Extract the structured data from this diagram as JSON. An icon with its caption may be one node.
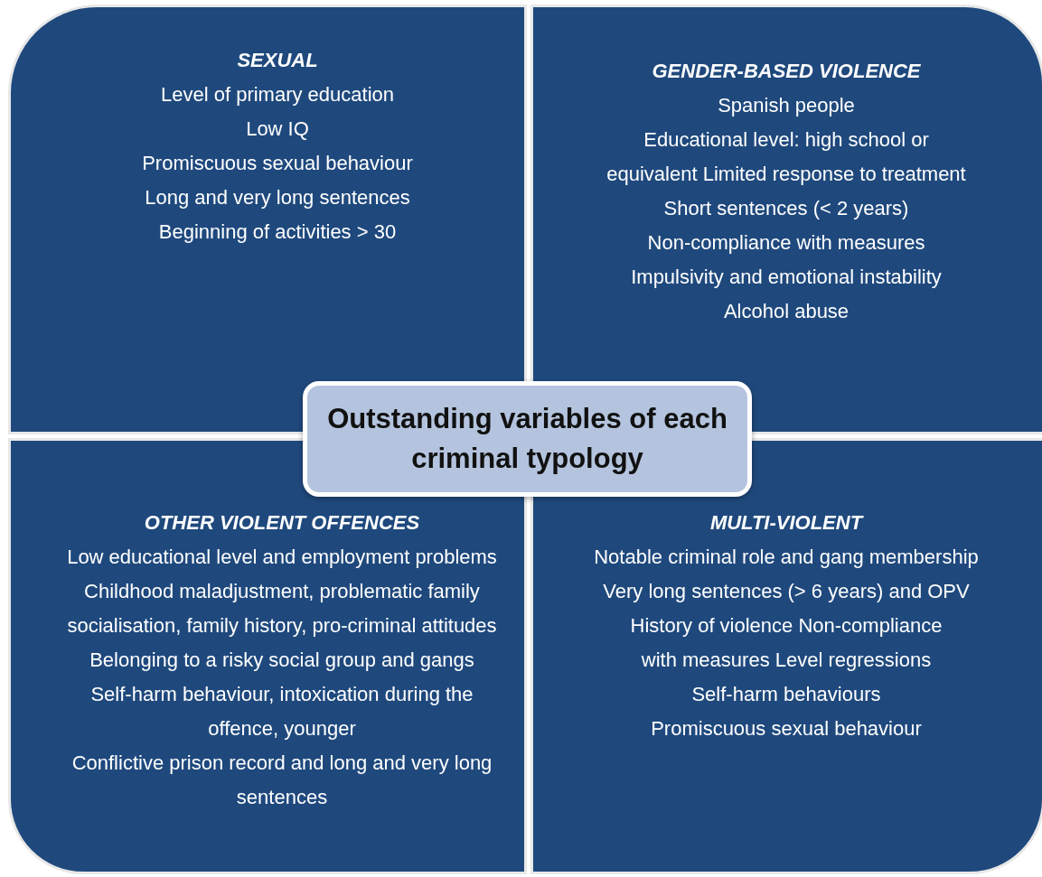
{
  "diagram": {
    "nodes": [
      {
        "text": [
          "SEXUAL",
          "Level of primary education Low IQ",
          "Promiscuous sexual behaviour",
          "Long and very long sentences",
          "Beginning of activities > 30"
        ]
      },
      {
        "text": [
          "GENDER-BASED VIOLENCE",
          "Spanish people",
          "Educational level: high school or equivalent Limited response to treatment",
          "Short sentences (< 2 years)",
          "Non-compliance with measures",
          "Impulsivity and emotional instability",
          "Alcohol abuse"
        ]
      },
      {
        "text": [
          "Outstanding variables of each criminal typology"
        ]
      },
      {
        "text": [
          "OTHER VIOLENT OFFENCES",
          "Low educational level and employment problems Childhood maladjustment, problematic family socialisation, family history, pro-criminal attitudes",
          "Belonging to a risky social group and gangs Self-harm behaviour, intoxication during the offence, younger",
          "Conflictive prison record and long and very long sentences"
        ]
      },
      {
        "text": [
          "MULTI-VIOLENT",
          "Notable criminal role and gang membership",
          "Very long sentences (> 6 years) and OPV",
          "History of violence Non-compliance with measures Level regressions",
          "Self-harm behaviours",
          "Promiscuous sexual behaviour"
        ]
      }
    ],
    "edges": []
  }
}
